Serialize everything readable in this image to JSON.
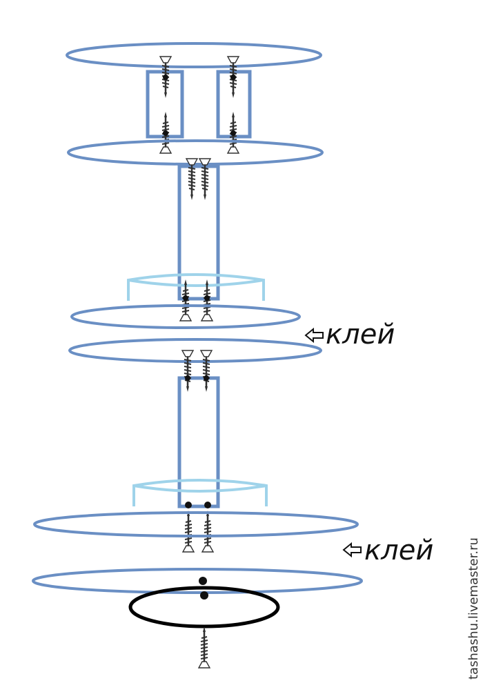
{
  "labels": {
    "glue_1": "клей",
    "glue_2": "клей",
    "watermark": "tashashu.livemaster.ru"
  },
  "colors": {
    "plate": "#6a8fc4",
    "collar": "#9fd3ea",
    "base_ring": "#000000",
    "screw_thread": "#303030",
    "screw_head": "#ffffff",
    "dot": "#111111"
  },
  "icons": {
    "arrow": "left-outline-arrow",
    "screw": "wood-screw"
  }
}
